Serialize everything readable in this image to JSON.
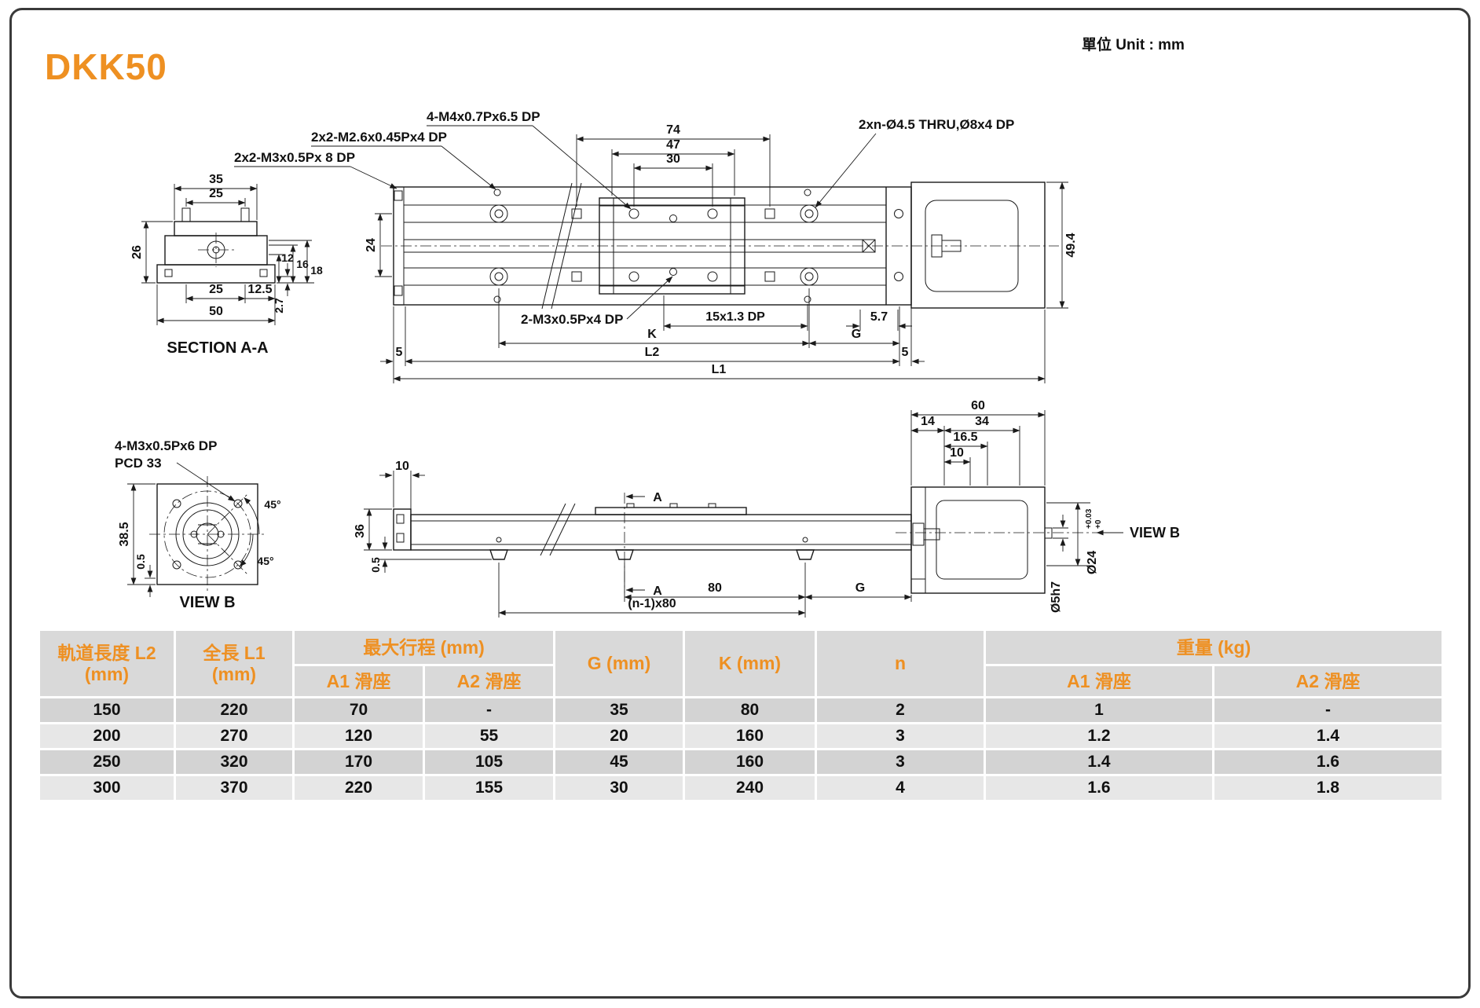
{
  "page": {
    "title": "DKK50",
    "unit_note": "單位 Unit : mm"
  },
  "top_view": {
    "ann_m4": "4-M4x0.7Px6.5 DP",
    "ann_m26": "2x2-M2.6x0.45Px4 DP",
    "ann_m3_8dp": "2x2-M3x0.5Px 8 DP",
    "ann_thru": "2xn-Ø4.5 THRU,Ø8x4 DP",
    "ann_m3_4dp": "2-M3x0.5Px4 DP",
    "ann_15x13": "15x1.3 DP",
    "d74": "74",
    "d47": "47",
    "d30": "30",
    "d24": "24",
    "d49_4": "49.4",
    "d5_7": "5.7",
    "dk": "K",
    "dg": "G",
    "dl2": "L2",
    "dl1": "L1",
    "d5_left": "5",
    "d5_right": "5"
  },
  "section_aa": {
    "caption": "SECTION A-A",
    "d35": "35",
    "d25_top": "25",
    "d26": "26",
    "d12": "12",
    "d16": "16",
    "d18": "18",
    "d25_bottom": "25",
    "d12_5": "12.5",
    "d2_7": "2.7",
    "d50": "50"
  },
  "view_b": {
    "caption": "VIEW B",
    "ann_m3": "4-M3x0.5Px6 DP",
    "ann_pcd": "PCD 33",
    "d38_5": "38.5",
    "d0_5": "0.5",
    "d45_upper": "45°",
    "d45_lower": "45°"
  },
  "side_view": {
    "d10_left": "10",
    "d36": "36",
    "d0_5": "0.5",
    "sec_a_top": "A",
    "sec_a_bottom": "A",
    "d80": "80",
    "dn_1x80": "(n-1)x80",
    "dg": "G",
    "d60": "60",
    "d14": "14",
    "d34": "34",
    "d16_5": "16.5",
    "d10_right": "10",
    "dia24": "Ø24",
    "dia24_tol_up": "+0.03",
    "dia24_tol_low": "+0",
    "dia5h7": "Ø5h7",
    "view_b_ref": "VIEW B"
  },
  "table": {
    "headers": {
      "l2_line1": "軌道長度 L2",
      "l2_line2": "(mm)",
      "l1_line1": "全長 L1",
      "l1_line2": "(mm)",
      "max_stroke": "最大行程 (mm)",
      "a1": "A1 滑座",
      "a2": "A2 滑座",
      "g": "G (mm)",
      "k": "K (mm)",
      "n": "n",
      "weight": "重量 (kg)",
      "w_a1": "A1 滑座",
      "w_a2": "A2 滑座"
    },
    "rows": [
      [
        "150",
        "220",
        "70",
        "-",
        "35",
        "80",
        "2",
        "1",
        "-"
      ],
      [
        "200",
        "270",
        "120",
        "55",
        "20",
        "160",
        "3",
        "1.2",
        "1.4"
      ],
      [
        "250",
        "320",
        "170",
        "105",
        "45",
        "160",
        "3",
        "1.4",
        "1.6"
      ],
      [
        "300",
        "370",
        "220",
        "155",
        "30",
        "240",
        "4",
        "1.6",
        "1.8"
      ]
    ]
  },
  "colors": {
    "accent": "#EE9022",
    "row_dark": "#d3d3d3",
    "row_light": "#e7e7e7"
  }
}
